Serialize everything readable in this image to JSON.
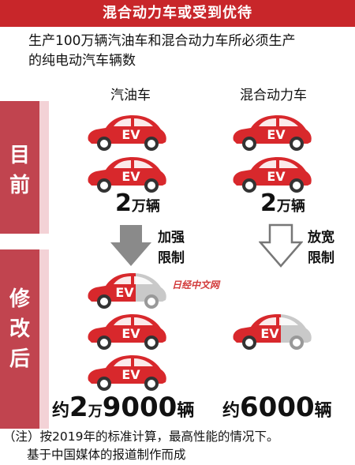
{
  "title": "混合动力车或受到优待",
  "subtitle_lines": [
    "生产100万辆汽油车和混合动力车所必须生产",
    "的纯电动汽车辆数"
  ],
  "columns": {
    "gasoline": "汽油车",
    "hybrid": "混合动力车"
  },
  "rows": {
    "current": {
      "label_chars": [
        "目",
        "前"
      ]
    },
    "revised": {
      "label_chars": [
        "修",
        "改",
        "后"
      ]
    }
  },
  "car_label": "EV",
  "current_counts": {
    "gasoline": {
      "num": "2",
      "unit": "万辆"
    },
    "hybrid": {
      "num": "2",
      "unit": "万辆"
    }
  },
  "arrows": {
    "gasoline": {
      "lines": [
        "加强",
        "限制"
      ],
      "color": "#8a8a8a"
    },
    "hybrid": {
      "lines": [
        "放宽",
        "限制"
      ],
      "color": "#ffffff"
    }
  },
  "revised_results": {
    "gasoline": {
      "prefix": "约",
      "big1": "2",
      "small": "万",
      "big2": "9000",
      "unit": "辆"
    },
    "hybrid": {
      "prefix": "约",
      "big": "6000",
      "unit": "辆"
    }
  },
  "watermark": "日经中文网",
  "notes": [
    "（注）按2019年的标准计算，最高性能的情况下。",
    "基于中国媒体的报道制作而成"
  ],
  "colors": {
    "title_bg": "#c8262a",
    "car_red": "#d8282c",
    "sidebar": "#c1444f",
    "sidebar_light": "#f3d2d6"
  }
}
